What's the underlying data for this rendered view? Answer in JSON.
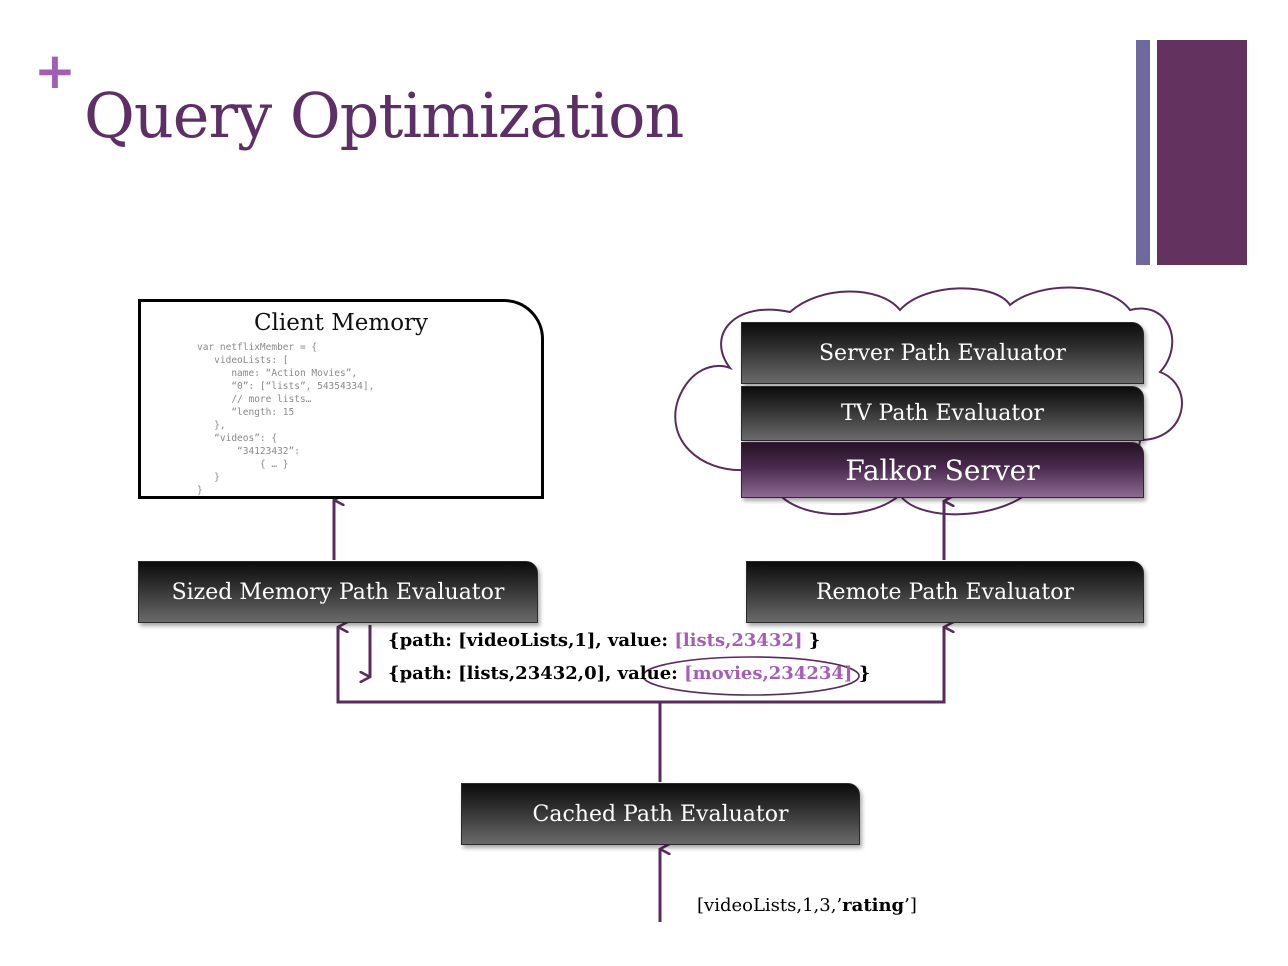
{
  "slide": {
    "plus_mark": "+",
    "title": "Query Optimization"
  },
  "client_memory": {
    "title": "Client Memory",
    "code_lines": [
      "var netflixMember = {",
      "   videoLists: [",
      "      name: “Action Movies”,",
      "      “0”: [“lists”, 54354334],",
      "      // more lists…",
      "      “length: 15",
      "   },",
      "   “videos”: {",
      "       “34123432”:",
      "           { … }",
      "   }",
      "}"
    ]
  },
  "server_stack": {
    "server_path_evaluator": "Server Path Evaluator",
    "tv_path_evaluator": "TV Path Evaluator",
    "falkor_server": "Falkor Server"
  },
  "evaluators": {
    "sized_memory": "Sized Memory Path Evaluator",
    "remote": "Remote Path Evaluator",
    "cached": "Cached Path Evaluator"
  },
  "responses": {
    "line1": {
      "prefix": "{path: [videoLists,1], value: ",
      "highlight": "[lists,23432]",
      "suffix": " }"
    },
    "line2": {
      "prefix": "{path: [lists,23432,0], value: ",
      "highlight": "[movies,234234]",
      "suffix": " }"
    }
  },
  "query": {
    "prefix": "[videoLists,1,3,’",
    "bold": "rating",
    "suffix": "’]"
  },
  "colors": {
    "accent": "#5e2f66",
    "plus": "#a35db3",
    "highlight": "#a75cb7",
    "arrow": "#5a2a5e"
  }
}
